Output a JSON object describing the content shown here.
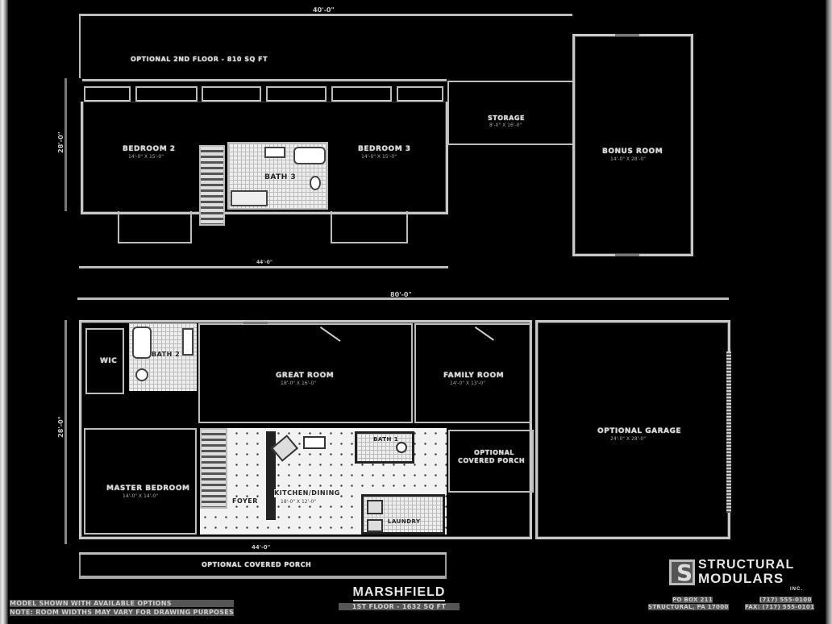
{
  "upper_floor": {
    "overall_width_dim": "40'-0\"",
    "depth_dim": "28'-0\"",
    "lower_width_dim": "44'-0\"",
    "bonus_text": "OPTIONAL 2ND FLOOR - 810 SQ FT",
    "rooms": [
      {
        "name": "BEDROOM 2",
        "size": "14'-0\" X 15'-0\""
      },
      {
        "name": "BEDROOM 3",
        "size": "14'-0\" X 15'-0\""
      },
      {
        "name": "BATH 3",
        "size": ""
      },
      {
        "name": "STORAGE",
        "size": "8'-0\" X 16'-0\""
      },
      {
        "name": "BONUS ROOM",
        "size": "14'-0\" X 28'-0\""
      }
    ]
  },
  "lower_floor": {
    "overall_width_dim": "80'-0\"",
    "depth_dim": "28'-0\"",
    "porch_dim": "44'-0\"",
    "rooms": [
      {
        "name": "WIC",
        "size": ""
      },
      {
        "name": "BATH 2",
        "size": ""
      },
      {
        "name": "GREAT ROOM",
        "size": "18'-0\" X 16'-0\""
      },
      {
        "name": "FAMILY ROOM",
        "size": "14'-0\" X 13'-0\""
      },
      {
        "name": "OPTIONAL GARAGE",
        "size": "24'-0\" X 28'-0\""
      },
      {
        "name": "OPTIONAL",
        "size": ""
      },
      {
        "name": "COVERED PORCH",
        "size": ""
      },
      {
        "name": "MASTER BEDROOM",
        "size": "14'-0\" X 14'-0\""
      },
      {
        "name": "FOYER",
        "size": ""
      },
      {
        "name": "KITCHEN/DINING",
        "size": "18'-0\" X 12'-0\""
      },
      {
        "name": "BATH 1",
        "size": ""
      },
      {
        "name": "LAUNDRY",
        "size": ""
      },
      {
        "name": "OPTIONAL COVERED PORCH",
        "size": ""
      }
    ]
  },
  "title_block": {
    "model_name": "MARSHFIELD",
    "sq_ft": "1ST FLOOR - 1632 SQ FT"
  },
  "notes": {
    "line1": "MODEL SHOWN WITH AVAILABLE OPTIONS",
    "line2": "NOTE: ROOM WIDTHS MAY VARY FOR DRAWING PURPOSES"
  },
  "logo": {
    "line1": "STRUCTURAL",
    "line2": "MODULARS",
    "suffix": "INC.",
    "address1": "PO BOX 211",
    "address2": "STRUCTURAL, PA 17000",
    "phone1": "(717) 555-0100",
    "phone2": "FAX: (717) 555-0101"
  }
}
